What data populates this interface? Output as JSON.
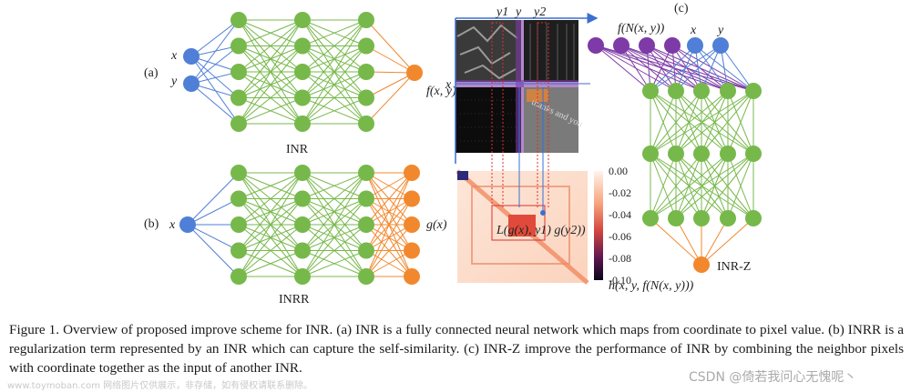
{
  "panel_a": {
    "tag": "(a)",
    "input_x": "x",
    "input_y": "y",
    "output": "f(x, y)",
    "name": "INR"
  },
  "panel_b": {
    "tag": "(b)",
    "input_x": "x",
    "output": "g(x)",
    "name": "INRR"
  },
  "panel_c": {
    "tag": "(c)",
    "axis_labels": {
      "y1": "y1",
      "y": "y",
      "y2": "y2",
      "x": "x"
    },
    "similarity_label": "L(g(x), y1) g(y2))",
    "colorbar_ticks": [
      "0.00",
      "-0.02",
      "-0.04",
      "-0.06",
      "-0.08",
      "-0.10"
    ],
    "input_label_f": "f(N(x, y))",
    "input_label_x": "x",
    "input_label_y": "y",
    "name": "INR-Z",
    "output": "h(x, y, f(N(x, y)))"
  },
  "colors": {
    "input": "#4f7fd6",
    "hidden": "#77b84b",
    "output": "#f2882e",
    "neighbor": "#7e3aa6"
  },
  "caption": "Figure 1. Overview of proposed improve scheme for INR. (a) INR is a fully connected neural network which maps from coordinate to pixel value. (b) INRR is a regularization term represented by an INR which can capture the self-similarity. (c) INR-Z improve the performance of INR by combining the neighbor pixels with coordinate together as the input of another INR.",
  "watermarks": {
    "left": "www.toymoban.com 网络图片仅供展示，非存储，如有侵权请联系删除。",
    "right": "CSDN @倚若我问心无愧呢丶"
  }
}
